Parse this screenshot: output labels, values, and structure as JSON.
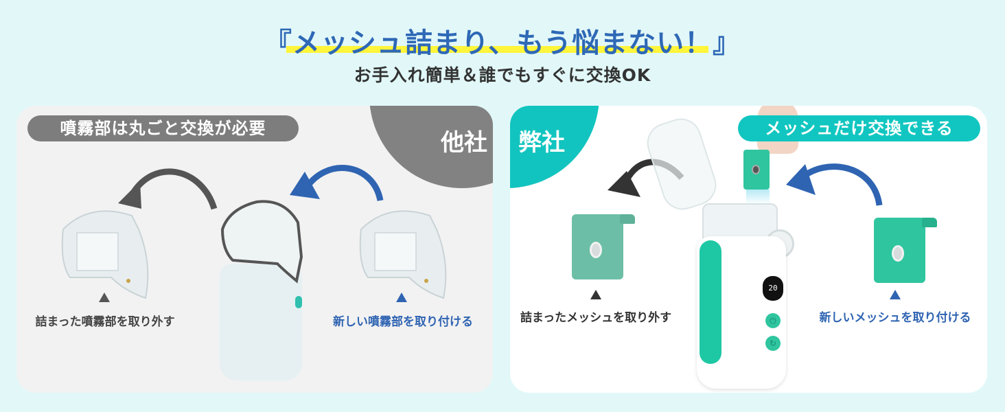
{
  "header": {
    "title": "『メッシュ詰まり、もう悩まない！』",
    "subtitle": "お手入れ簡単＆誰でもすぐに交換OK"
  },
  "left_panel": {
    "corner_label": "他社",
    "pill_label": "噴霧部は丸ごと交換が必要",
    "caption_remove": "詰まった噴霧部を取り外す",
    "caption_attach": "新しい噴霧部を取り付ける"
  },
  "right_panel": {
    "corner_label": "弊社",
    "pill_label": "メッシュだけ交換できる",
    "caption_remove": "詰まったメッシュを取り外す",
    "caption_attach": "新しいメッシュを取り付ける",
    "display_value": "20"
  },
  "colors": {
    "background": "#e2f8f8",
    "title_blue": "#2e68b6",
    "highlight_yellow": "#fff53a",
    "competitor_gray": "#7d7d7d",
    "brand_teal": "#12c4bf",
    "arrow_blue": "#2f64b2",
    "mesh_green": "#2fc59f",
    "old_mesh_green": "#6cbfa6"
  }
}
